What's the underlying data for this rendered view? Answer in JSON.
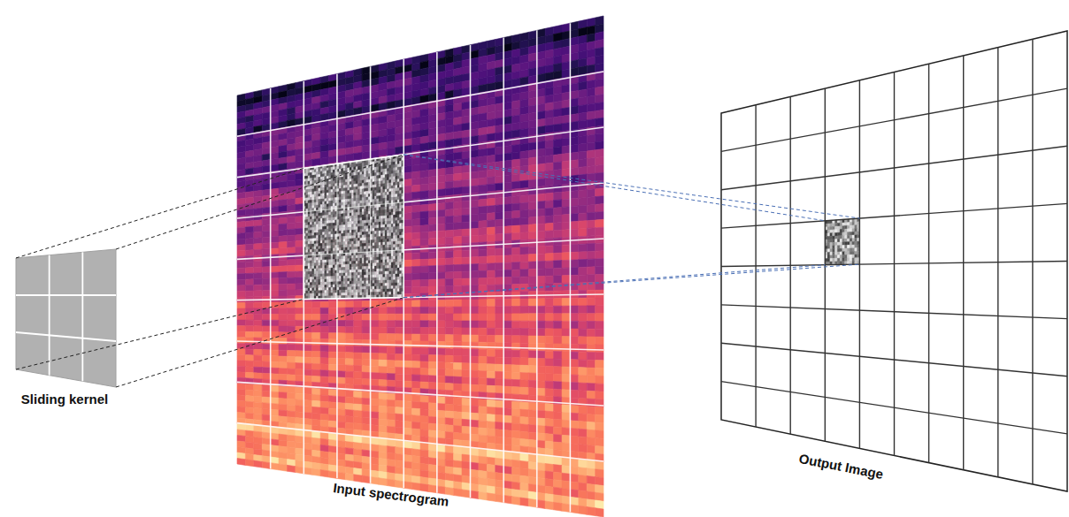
{
  "diagram": {
    "labels": [
      "Sliding kernel",
      "Input spectrogram",
      "Output Image"
    ]
  }
}
